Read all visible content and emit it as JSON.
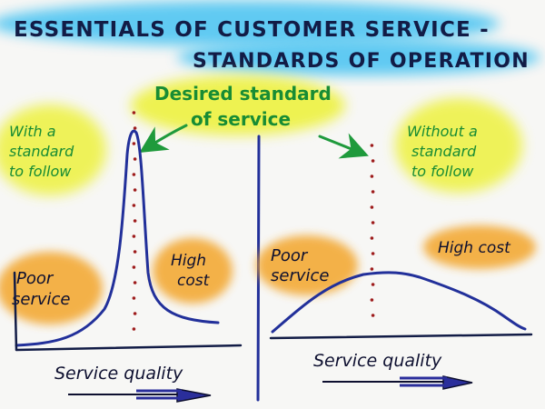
{
  "title": {
    "line1": "ESSENTIALS OF CUSTOMER SERVICE -",
    "line2": "STANDARDS OF OPERATION"
  },
  "desired": {
    "line1": "Desired standard",
    "line2": "of service"
  },
  "left_panel": {
    "label_lines": [
      "With a",
      "standard",
      "to follow"
    ],
    "poor_lines": [
      "Poor",
      "service"
    ],
    "cost_lines": [
      "High",
      "cost"
    ],
    "axis_label": "Service quality"
  },
  "right_panel": {
    "label_lines": [
      "Without a",
      "standard",
      "to follow"
    ],
    "poor_lines": [
      "Poor",
      "service"
    ],
    "cost_label": "High cost",
    "axis_label": "Service quality"
  },
  "colors": {
    "title_highlight": "#58c8f2",
    "label_highlight": "#eef24a",
    "cost_highlight": "#f3a52c",
    "curve": "#22309a",
    "dots": "#9e1d1d",
    "arrow_green": "#1f9a3c",
    "axis_arrow": "#2a2e9b"
  }
}
